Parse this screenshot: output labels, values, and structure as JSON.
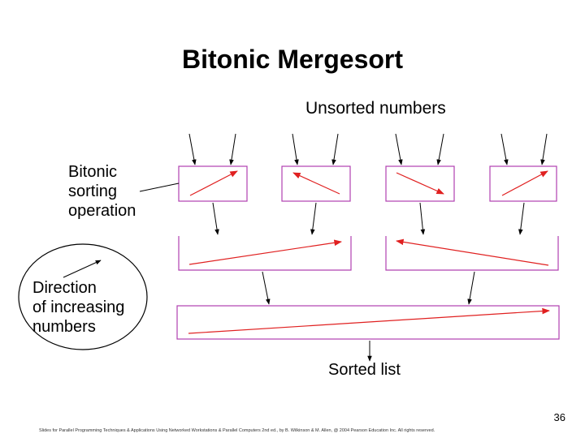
{
  "title": "Bitonic Mergesort",
  "labels": {
    "unsorted": "Unsorted numbers",
    "bitonic_line1": "Bitonic",
    "bitonic_line2": "sorting",
    "bitonic_line3": "operation",
    "direction_line1": "Direction",
    "direction_line2": "of increasing",
    "direction_line3": "numbers",
    "sorted": "Sorted list"
  },
  "page_number": "36",
  "footer": "Slides for Parallel Programming Techniques & Applications Using Networked Workstations & Parallel Computers 2nd ed., by B. Wilkinson & M. Allen, @ 2004 Pearson Education Inc. All rights reserved.",
  "colors": {
    "box_border": "#b040b0",
    "direction_arrow": "#e02020",
    "flow_arrow": "#000000"
  }
}
